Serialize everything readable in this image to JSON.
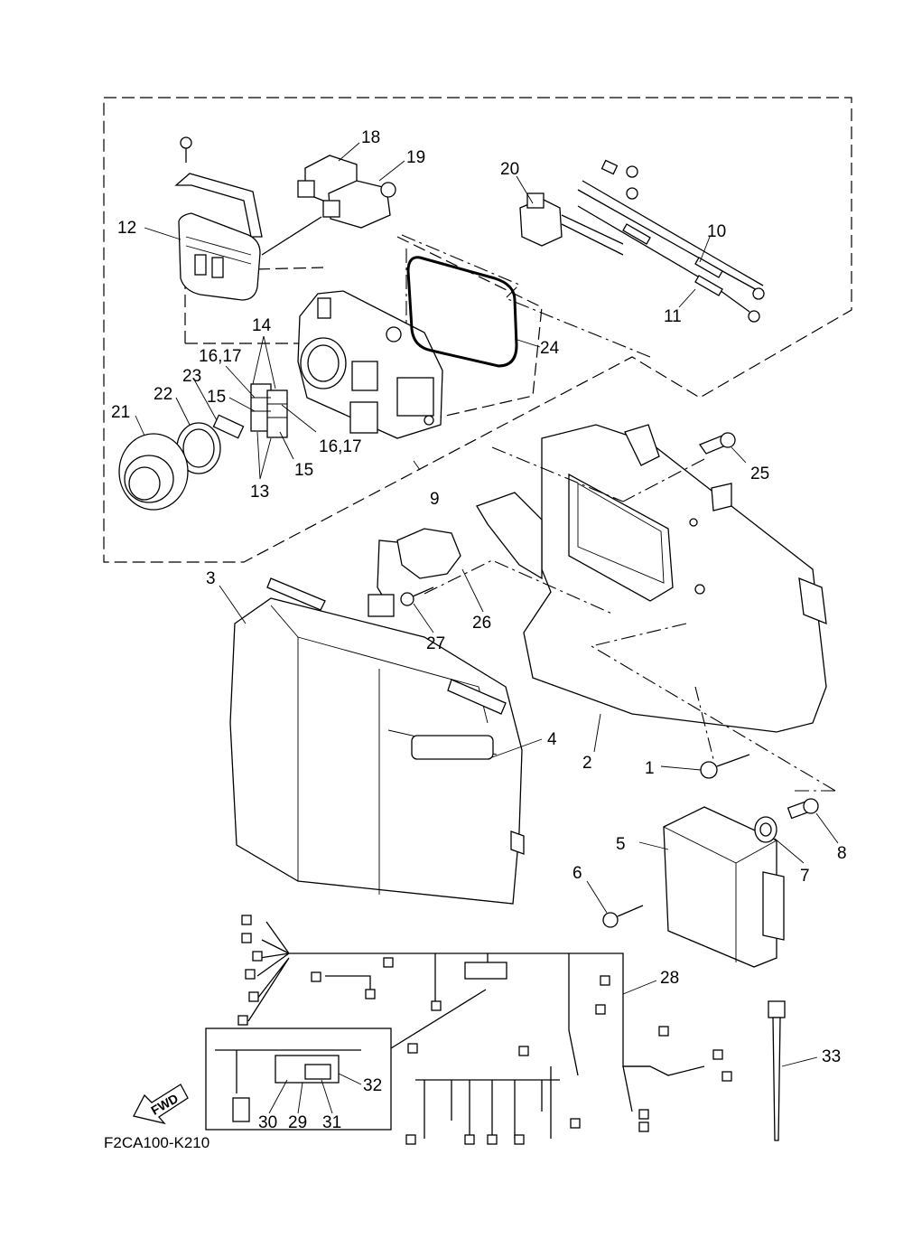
{
  "diagram": {
    "code": "F2CA100-K210",
    "fwd_label": "FWD",
    "callouts": {
      "c1": "1",
      "c2": "2",
      "c3": "3",
      "c4": "4",
      "c5": "5",
      "c6": "6",
      "c7": "7",
      "c8": "8",
      "c9": "9",
      "c10": "10",
      "c11": "11",
      "c12": "12",
      "c13": "13",
      "c14": "14",
      "c15a": "15",
      "c15b": "15",
      "c1617a": "16,17",
      "c1617b": "16,17",
      "c18": "18",
      "c19": "19",
      "c20": "20",
      "c21": "21",
      "c22": "22",
      "c23": "23",
      "c24": "24",
      "c25": "25",
      "c26": "26",
      "c27": "27",
      "c28": "28",
      "c29": "29",
      "c30": "30",
      "c31": "31",
      "c32": "32",
      "c33": "33"
    }
  }
}
